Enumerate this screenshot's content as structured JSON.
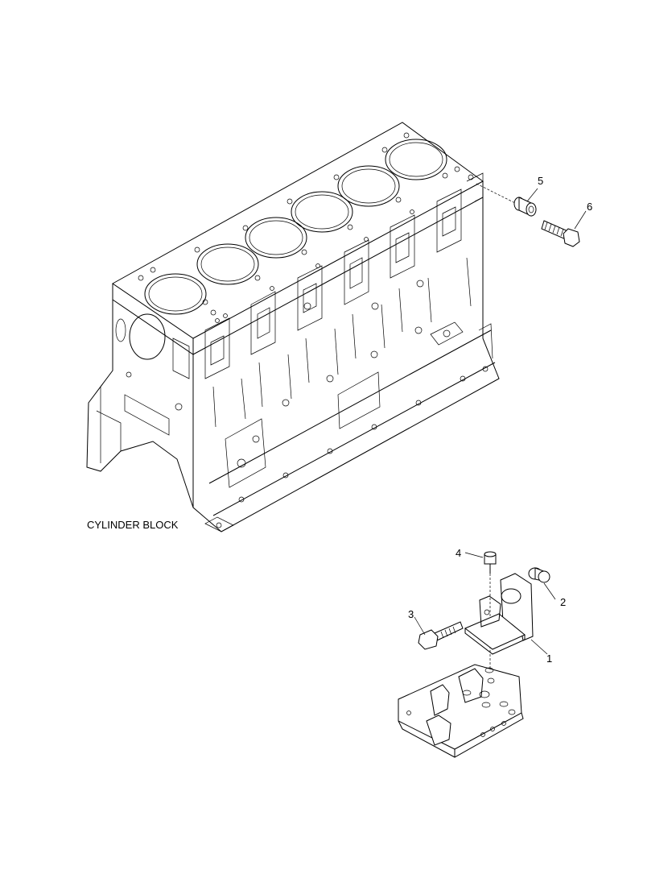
{
  "diagram": {
    "caption": "CYLINDER BLOCK",
    "callouts": [
      {
        "id": "callout-1",
        "label": "1"
      },
      {
        "id": "callout-2",
        "label": "2"
      },
      {
        "id": "callout-3",
        "label": "3"
      },
      {
        "id": "callout-4",
        "label": "4"
      },
      {
        "id": "callout-5",
        "label": "5"
      },
      {
        "id": "callout-6",
        "label": "6"
      }
    ]
  }
}
